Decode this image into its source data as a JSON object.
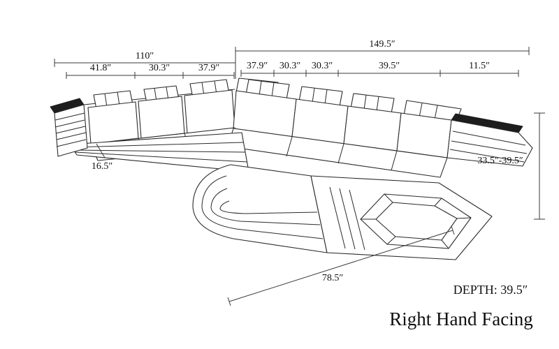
{
  "diagram": {
    "product_orientation": "Right Hand Facing",
    "depth_note": "DEPTH: 39.5″",
    "dims": {
      "overall_left": "110″",
      "overall_right": "149.5″",
      "left_segments": [
        "41.8″",
        "30.3″",
        "37.9″"
      ],
      "right_segments": [
        "37.9″",
        "30.3″",
        "30.3″",
        "39.5″",
        "11.5″"
      ],
      "base_height": "16.5″",
      "height_range": "33.5″-39.5″",
      "front_width": "78.5″"
    }
  }
}
